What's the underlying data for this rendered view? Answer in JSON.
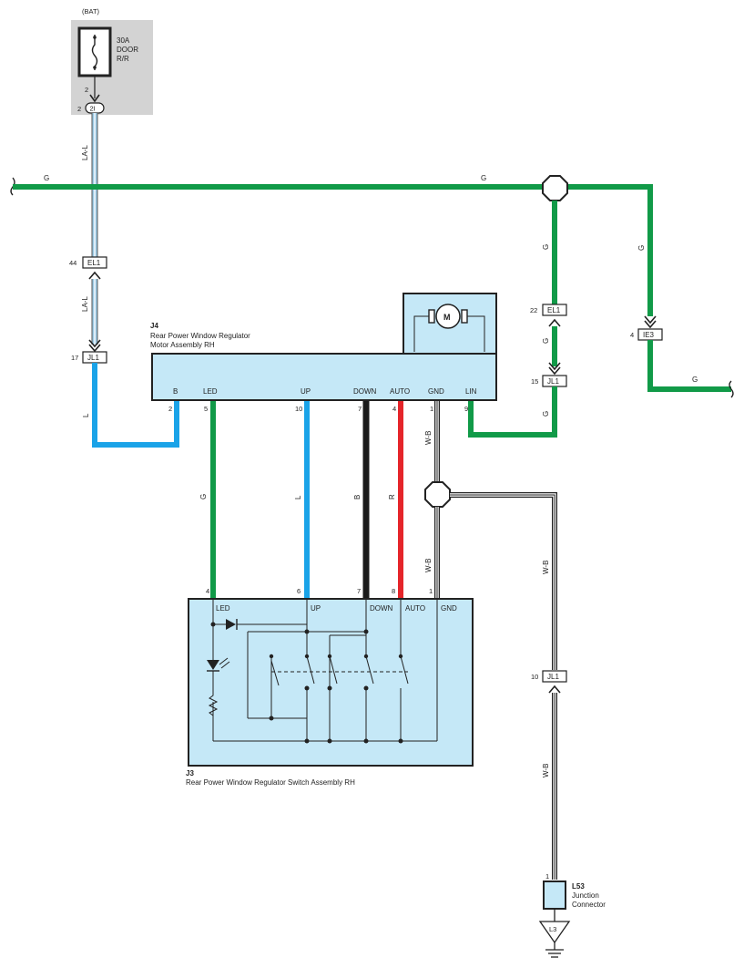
{
  "fuse": {
    "source": "(BAT)",
    "rating": "30A",
    "name_line1": "DOOR",
    "name_line2": "R/R",
    "pin_top": "2",
    "pin_conn": "2",
    "conn_id": "2I"
  },
  "wire_codes": {
    "la_l": "LA-L",
    "g": "G",
    "l": "L",
    "b": "B",
    "r": "R",
    "w_b": "W-B"
  },
  "connectors": {
    "el1_top": {
      "id": "EL1",
      "pin": "44"
    },
    "jl1_left": {
      "id": "JL1",
      "pin": "17"
    },
    "el1_right": {
      "id": "EL1",
      "pin": "22"
    },
    "jl1_right": {
      "id": "JL1",
      "pin": "15"
    },
    "ie3": {
      "id": "IE3",
      "pin": "4"
    },
    "jl1_ground": {
      "id": "JL1",
      "pin": "10"
    },
    "l53": {
      "id": "L53",
      "pin": "1",
      "desc1": "Junction",
      "desc2": "Connector"
    },
    "ground": {
      "id": "L3"
    }
  },
  "motor": {
    "id": "J4",
    "name1": "Rear Power Window Regulator",
    "name2": "Motor Assembly RH",
    "symbol": "M",
    "terminals": [
      {
        "label": "B",
        "pin": "2"
      },
      {
        "label": "LED",
        "pin": "5"
      },
      {
        "label": "UP",
        "pin": "10"
      },
      {
        "label": "DOWN",
        "pin": "7"
      },
      {
        "label": "AUTO",
        "pin": "4"
      },
      {
        "label": "GND",
        "pin": "1"
      },
      {
        "label": "LIN",
        "pin": "9"
      }
    ]
  },
  "switch": {
    "id": "J3",
    "name": "Rear Power Window Regulator Switch Assembly RH",
    "terminals": [
      {
        "label": "LED",
        "pin": "4"
      },
      {
        "label": "UP",
        "pin": "6"
      },
      {
        "label": "DOWN",
        "pin": "7"
      },
      {
        "label": "AUTO",
        "pin": "8"
      },
      {
        "label": "GND",
        "pin": "1"
      }
    ]
  },
  "colors": {
    "green": "#119a48",
    "blue": "#1aa3e8",
    "black": "#1a1a1a",
    "red": "#e5252a",
    "box_fill": "#c5e8f7",
    "fuse_bg": "#d3d3d3"
  }
}
